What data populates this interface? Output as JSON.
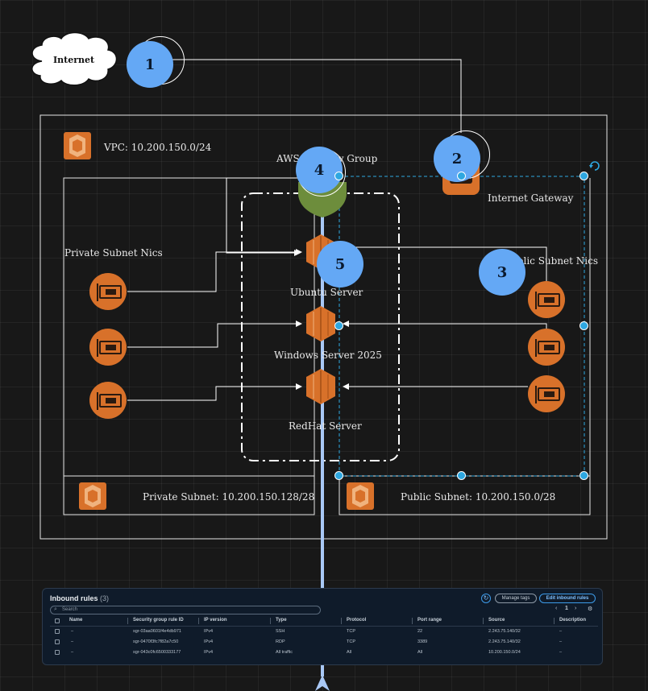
{
  "colors": {
    "background": "#181818",
    "aws_orange": "#d8712a",
    "callout_blue": "#64a8f5",
    "selection_blue": "#2ea7e0",
    "sg_green": "#6d8d3c"
  },
  "internet": {
    "label": "Internet"
  },
  "vpc": {
    "label": "VPC: 10.200.150.0/24"
  },
  "security_group": {
    "label": "AWS Security Group"
  },
  "internet_gateway": {
    "label": "Internet Gateway"
  },
  "private_subnet": {
    "label": "Private Subnet: 10.200.150.128/28",
    "nics_label": "Private Subnet Nics"
  },
  "public_subnet": {
    "label": "Public Subnet: 10.200.150.0/28",
    "nics_label": "Public Subnet Nics"
  },
  "servers": [
    {
      "label": "Ubuntu Server"
    },
    {
      "label": "Windows Server 2025"
    },
    {
      "label": "RedHat Server"
    }
  ],
  "callouts": [
    "1",
    "2",
    "3",
    "4",
    "5"
  ],
  "inbound_rules": {
    "title": "Inbound rules",
    "count": "(3)",
    "search_placeholder": "Search",
    "manage_tags_label": "Manage tags",
    "edit_label": "Edit inbound rules",
    "page": "1",
    "columns": [
      "Name",
      "Security group rule ID",
      "IP version",
      "Type",
      "Protocol",
      "Port range",
      "Source",
      "Description"
    ],
    "rows": [
      [
        "–",
        "sgr-03aa0601f4e4db971",
        "IPv4",
        "SSH",
        "TCP",
        "22",
        "2.243.75.140/32",
        "–"
      ],
      [
        "–",
        "sgr-0470f3fc7f82a7c50",
        "IPv4",
        "RDP",
        "TCP",
        "3389",
        "2.243.75.140/32",
        "–"
      ],
      [
        "–",
        "sgr-043c0fc6500333177",
        "IPv4",
        "All traffic",
        "All",
        "All",
        "10.200.150.0/24",
        "–"
      ]
    ]
  }
}
